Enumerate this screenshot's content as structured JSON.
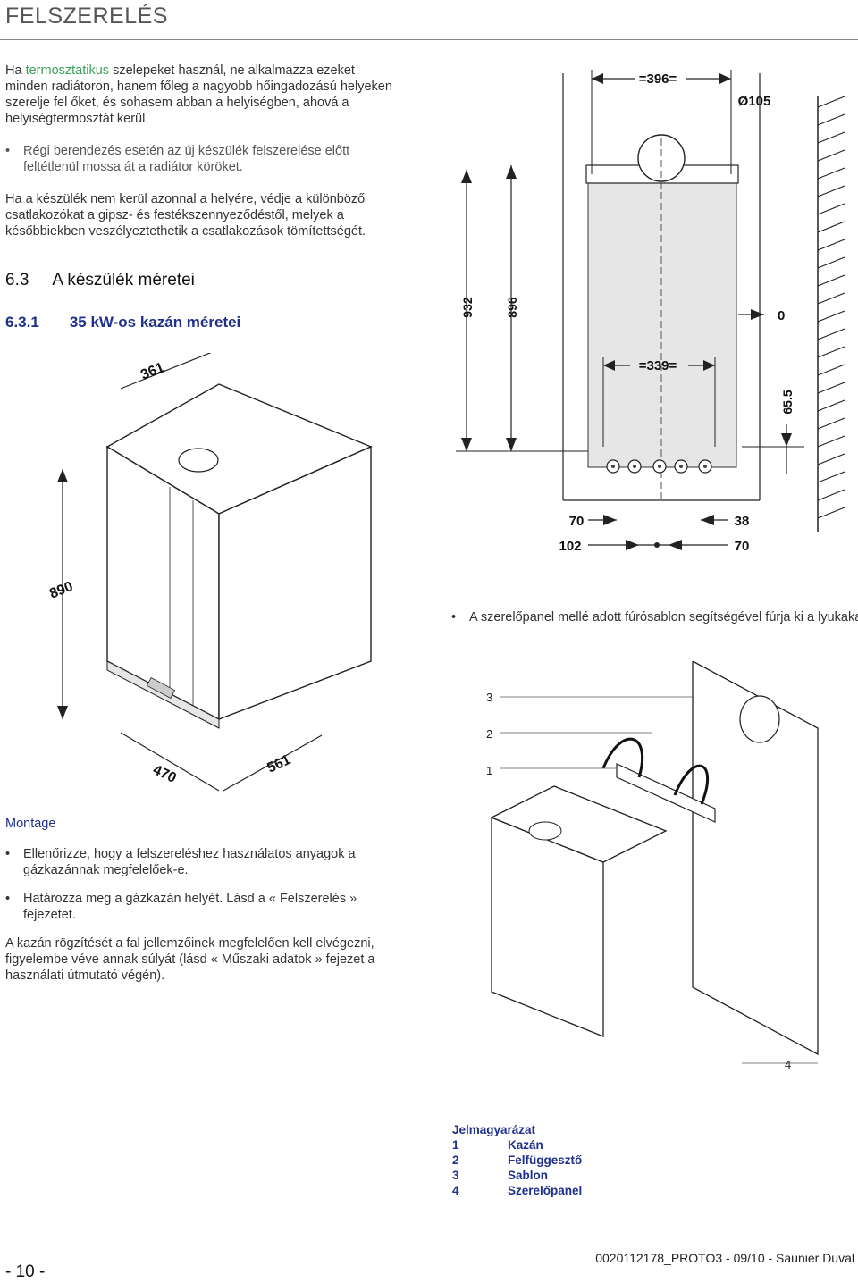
{
  "header": {
    "title": "FELSZERELÉS"
  },
  "intro": {
    "p1_prefix": "Ha ",
    "p1_highlight": "termosztatikus",
    "p1_rest": " szelepeket használ, ne alkalmazza ezeket minden radiátoron, hanem főleg a nagyobb hőingadozású helyeken szerelje fel őket, és sohasem abban a helyiségben, ahová a helyiségtermosztát kerül.",
    "bullet1": "Régi berendezés esetén az új készülék felszerelése előtt feltétlenül mossa át a radiátor köröket.",
    "p2": "Ha a készülék nem kerül azonnal a helyére, védje a különböző csatlakozókat a gipsz- és festékszennyeződéstől, melyek a későbbiekben veszélyeztethetik a csatlakozások tömítettségét."
  },
  "section": {
    "number": "6.3",
    "title": "A készülék méretei",
    "sub_number": "6.3.1",
    "sub_title": "35 kW-os kazán méretei"
  },
  "dims_front": {
    "w396": "=396=",
    "d105": "Ø105",
    "h932": "932",
    "h896": "896",
    "zero": "0",
    "w339": "=339=",
    "d65": "65.5",
    "d70a": "70",
    "d38": "38",
    "d102": "102",
    "d70b": "70"
  },
  "dims_iso": {
    "d361": "361",
    "d890": "890",
    "d470": "470",
    "d561": "561"
  },
  "drill_note": "A szerelőpanel mellé adott fúrósablon segítségével fúrja ki a lyukakat.",
  "mount_labels": {
    "l3": "3",
    "l2": "2",
    "l1": "1",
    "l4": "4"
  },
  "montage": {
    "title": "Montage",
    "bullet1": "Ellenőrizze, hogy a felszereléshez használatos anyagok a gázkazánnak megfelelőek-e.",
    "bullet2": "Határozza meg a gázkazán helyét. Lásd a « Felszerelés » fejezetet.",
    "p": "A kazán rögzítését a fal jellemzőinek megfelelően kell elvégezni, figyelembe véve annak súlyát (lásd « Műszaki adatok » fejezet a használati útmutató végén)."
  },
  "legend": {
    "title": "Jelmagyarázat",
    "items": [
      {
        "num": "1",
        "label": "Kazán"
      },
      {
        "num": "2",
        "label": "Felfüggesztő"
      },
      {
        "num": "3",
        "label": "Sablon"
      },
      {
        "num": "4",
        "label": "Szerelőpanel"
      }
    ]
  },
  "footer": {
    "page": "- 10 -",
    "doc": "0020112178_PROTO3 - 09/10 - Saunier Duval"
  }
}
